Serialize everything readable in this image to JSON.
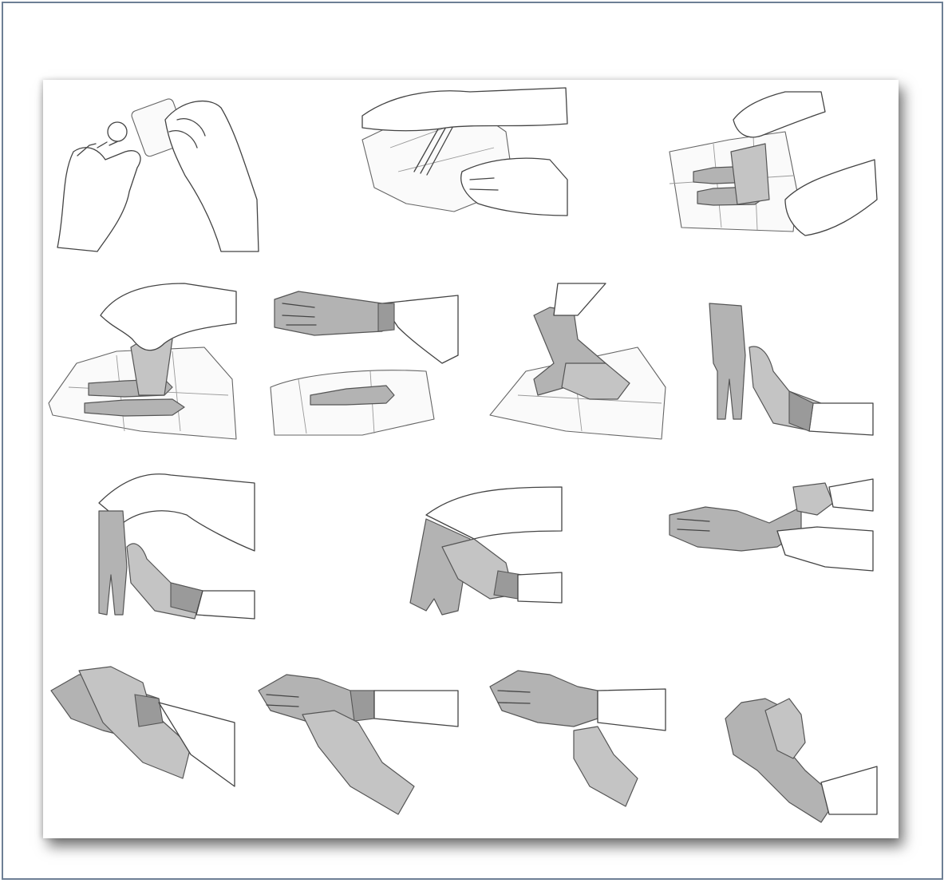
{
  "figure": {
    "description_visible_text": "",
    "steps": [
      {
        "id": 1,
        "icon": "hand-sanitizer-icon"
      },
      {
        "id": 2,
        "icon": "open-outer-wrapper-icon"
      },
      {
        "id": 3,
        "icon": "open-inner-wrapper-icon"
      },
      {
        "id": 4,
        "icon": "pick-up-first-glove-icon"
      },
      {
        "id": 5,
        "icon": "pull-on-first-glove-icon"
      },
      {
        "id": 6,
        "icon": "insert-fingers-under-cuff-icon"
      },
      {
        "id": 7,
        "icon": "lift-second-glove-icon"
      },
      {
        "id": 8,
        "icon": "insert-second-hand-icon"
      },
      {
        "id": 9,
        "icon": "pull-second-glove-icon"
      },
      {
        "id": 10,
        "icon": "unroll-cuff-icon"
      },
      {
        "id": 11,
        "icon": "adjust-fingers-icon"
      },
      {
        "id": 12,
        "icon": "unroll-first-cuff-icon"
      },
      {
        "id": 13,
        "icon": "pull-cuff-over-sleeve-icon"
      },
      {
        "id": 14,
        "icon": "gloved-hands-ready-icon"
      }
    ]
  },
  "colors": {
    "frame_border": "#6d7f95",
    "glove_fill": "#b3b3b3",
    "line": "#444444",
    "background": "#ffffff"
  }
}
